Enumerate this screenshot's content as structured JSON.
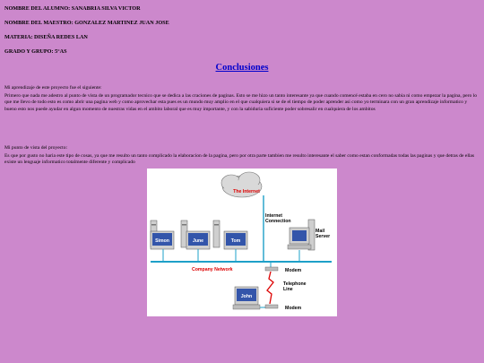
{
  "header": {
    "student": "NOMBRE DEL ALUMNO: SANABRIA SILVA VICTOR",
    "teacher": "NOMBRE DEL MAESTRO: GONZALEZ MARTINEZ JUAN JOSE",
    "subject": "MATERIA: DISEÑA REDES LAN",
    "group": "GRADO Y GRUPO: 5°AS"
  },
  "title": "Conclusiones",
  "section1": {
    "heading": "Mi aprendizaje de este proyecto fue el siguiente:",
    "body": "Primero que nada me adestro al punto de vista de un programador tecnico que se dedica a las craciones de paginas. Esto se me hizo un tanto interesante ya que cuando comencé estaba en cero no sabia ni como empezar la pagina, pero lo que me llevo de todo esto es como abrir una pagina web y como aprovechar esta pues es un mundo muy amplio en el que cualquiera si se de el tiempo de poder aprender asi como yo terminara con un gran aprendizaje informatico y bueno esto nos puede ayudar en algun momento de nuestras vidas en el ambito laboral que es muy importante, y con la sabiduria suficiente poder sobresalir en cualquiera de los ambitos"
  },
  "section2": {
    "heading": "Mi punto de vista del proyecto:",
    "body": "Es que por gusto no haria este tipo de cosas, ya que me resulto un tanto complicado la elaboracion de la pagina, pero por otra parte tambien me resulto interesante el saber como estan conformadas todas las paginas y que detras de ellas existe un lenguaje informatico totalmente diferente y complicado"
  },
  "diagram": {
    "internet": "The Internet",
    "internet_connection_1": "Internet",
    "internet_connection_2": "Connection",
    "mail_server_1": "Mail",
    "mail_server_2": "Server",
    "computers": [
      "Simon",
      "June",
      "Tom"
    ],
    "remote_computer": "John",
    "company_network": "Company Network",
    "modem_top": "Modem",
    "telephone_line_1": "Telephone",
    "telephone_line_2": "Line",
    "modem_bottom": "Modem",
    "colors": {
      "network": "#1ea0c8",
      "label_red": "#dd0000",
      "screen": "#3355aa",
      "phone_line": "#dd0000"
    }
  }
}
